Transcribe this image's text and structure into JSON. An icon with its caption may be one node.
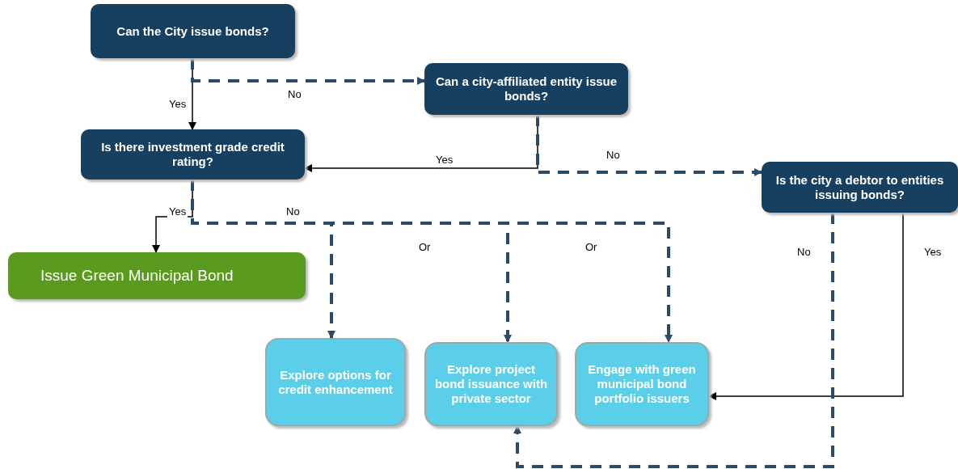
{
  "diagram": {
    "nodes": [
      {
        "text": [
          "Can the City issue bonds?"
        ]
      },
      {
        "text": [
          "Can a city-affiliated entity issue bonds?"
        ]
      },
      {
        "text": [
          "Is there investment grade credit rating?"
        ]
      },
      {
        "text": [
          "Is the city a debtor to entities issuing bonds?"
        ]
      },
      {
        "text": [
          "Issue Green Municipal Bond"
        ]
      },
      {
        "text": [
          "Explore options for credit enhancement"
        ]
      },
      {
        "text": [
          "Explore project bond issuance with private sector"
        ]
      },
      {
        "text": [
          "Engage with green municipal bond portfolio issuers"
        ]
      }
    ],
    "edges": [
      {
        "from": 0,
        "to": 2,
        "arrow": "to",
        "label": "Yes",
        "color": "#000000"
      },
      {
        "from": 0,
        "to": 1,
        "arrow": "to",
        "label": "No",
        "style": "dashed"
      },
      {
        "from": 1,
        "to": 2,
        "arrow": "to",
        "label": "Yes",
        "color": "#000000"
      },
      {
        "from": 1,
        "to": 3,
        "arrow": "to",
        "label": "No",
        "style": "dashed"
      },
      {
        "from": 2,
        "to": 4,
        "arrow": "to",
        "label": "Yes",
        "color": "#000000"
      },
      {
        "from": 2,
        "to": 5,
        "arrow": "to",
        "label": "No",
        "style": "dashed"
      },
      {
        "from": 2,
        "to": 6,
        "arrow": "to",
        "label": "Or",
        "style": "dashed"
      },
      {
        "from": 2,
        "to": 7,
        "arrow": "to",
        "label": "Or",
        "style": "dashed"
      },
      {
        "from": 3,
        "to": 7,
        "arrow": "to",
        "label": "Yes",
        "color": "#000000"
      },
      {
        "from": 3,
        "to": 6,
        "arrow": "to",
        "label": "No",
        "style": "dashed"
      }
    ]
  }
}
